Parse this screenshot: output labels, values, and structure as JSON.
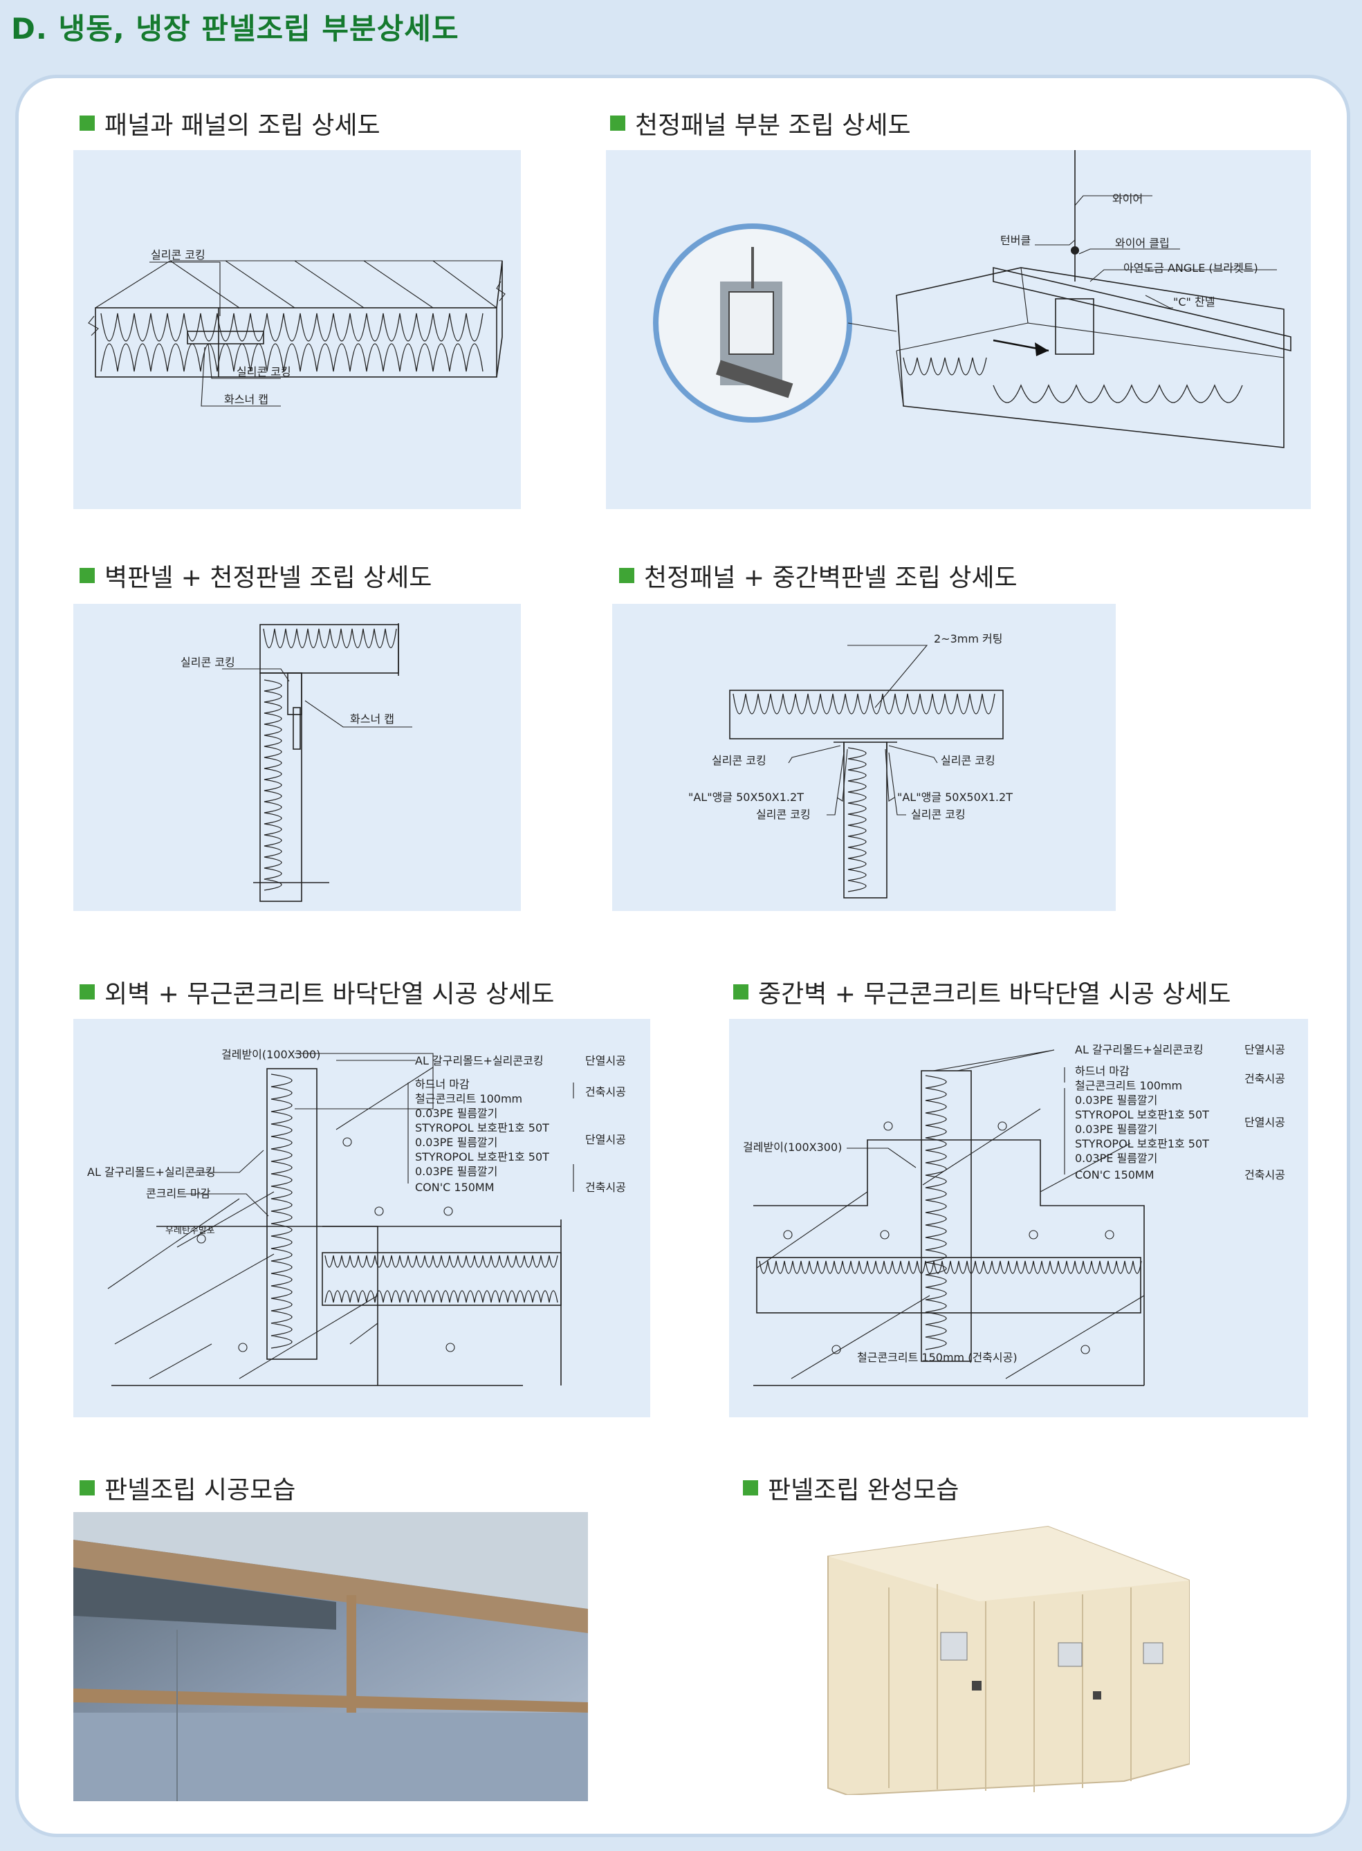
{
  "page_title": "D. 냉동, 냉장 판넬조립 부분상세도",
  "colors": {
    "accent": "#3fa535",
    "title": "#157a2e",
    "figure_bg": "#e1ecf8"
  },
  "sections": {
    "s1": {
      "title": "패널과 패널의 조립 상세도",
      "labels": {
        "silicone_top": "실리콘 코킹",
        "silicone_mid": "실리콘 코킹",
        "washer_cap": "화스너 캡"
      }
    },
    "s2": {
      "title": "천정패널 부분 조립 상세도",
      "labels": {
        "wire": "와이어",
        "turnbuckle": "턴버클",
        "wire_clip": "와이어 클립",
        "angle": "아연도금 ANGLE (브라켓트)",
        "c_channel": "\"C\" 찬넬"
      }
    },
    "s3": {
      "title": "벽판넬 + 천정판넬 조립 상세도",
      "labels": {
        "silicone": "실리콘 코킹",
        "washer_cap": "화스너 캡"
      }
    },
    "s4": {
      "title": "천정패널 + 중간벽판넬 조립 상세도",
      "labels": {
        "cutting": "2~3mm 커팅",
        "silicone_left": "실리콘 코킹",
        "silicone_right": "실리콘 코킹",
        "angle_left": "\"AL\"앵글 50X50X1.2T",
        "angle_right": "\"AL\"앵글 50X50X1.2T",
        "silicone_left2": "실리콘 코킹",
        "silicone_right2": "실리콘 코킹"
      }
    },
    "s5": {
      "title": "외벽 + 무근콘크리트 바닥단열 시공 상세도",
      "labels": {
        "baseboard": "걸레받이(100X300)",
        "al_mold": "AL 갈구리몰드+실리콘코킹",
        "insulation_work": "단열시공",
        "hardener": "하드너 마감",
        "rc100": "철근콘크리트 100mm",
        "pe1": "0.03PE 필름깔기",
        "styro1": "STYROPOL 보호판1호 50T",
        "pe2": "0.03PE 필름깔기",
        "styro2": "STYROPOL 보호판1호 50T",
        "pe3": "0.03PE 필름깔기",
        "conc150": "CON'C 150MM",
        "building_work1": "건축시공",
        "insulation_work2": "단열시공",
        "building_work2": "건축시공",
        "al_mold_left": "AL 갈구리몰드+실리콘코킹",
        "concrete_finish": "콘크리트 마감",
        "urethane": "우레탄수발포"
      }
    },
    "s6": {
      "title": "중간벽 + 무근콘크리트 바닥단열 시공 상세도",
      "labels": {
        "al_mold": "AL 갈구리몰드+실리콘코킹",
        "insulation_work": "단열시공",
        "hardener": "하드너 마감",
        "rc100": "철근콘크리트 100mm",
        "pe1": "0.03PE 필름깔기",
        "styro1": "STYROPOL 보호판1호 50T",
        "pe2": "0.03PE 필름깔기",
        "styro2": "STYROPOL 보호판1호 50T",
        "pe3": "0.03PE 필름깔기",
        "conc150": "CON'C 150MM",
        "building_work1": "건축시공",
        "insulation_work2": "단열시공",
        "building_work2": "건축시공",
        "baseboard": "걸레받이(100X300)",
        "rc150": "철근콘크리트 150mm (건축시공)"
      }
    },
    "s7": {
      "title": "판넬조립 시공모습"
    },
    "s8": {
      "title": "판넬조립 완성모습"
    }
  }
}
